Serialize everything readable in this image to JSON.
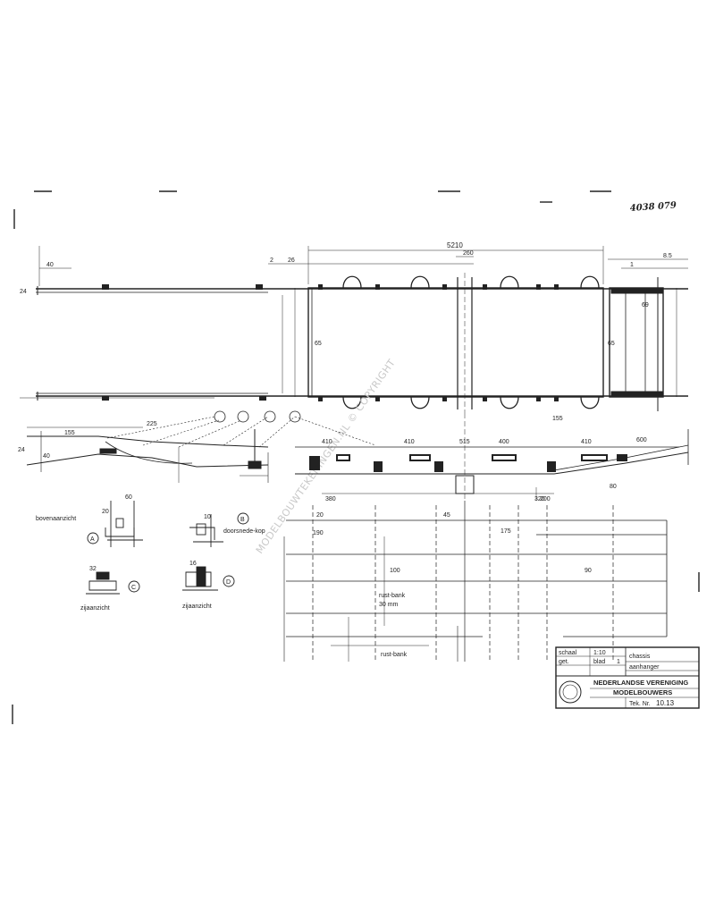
{
  "drawing": {
    "ref_number": "4038 079",
    "watermark": "MODELBOUWTEKENINGEN.NL © COPYRIGHT",
    "dimensions": {
      "overall": "5210",
      "top_a": "260",
      "top_b": "2",
      "top_c": "26",
      "right_a": "8.5",
      "right_b": "1",
      "right_c": "69",
      "left_a": "40",
      "left_b": "24",
      "mid_a": "65",
      "mid_b": "410",
      "mid_c": "410",
      "mid_d": "400",
      "mid_e": "410",
      "mid_f": "155",
      "mid_g": "225",
      "mid_h": "515",
      "mid_i": "600",
      "lower_a": "380",
      "lower_b": "200",
      "lower_c": "80",
      "lower_d": "155",
      "lower_e": "320",
      "frame_a": "190",
      "frame_b": "100",
      "frame_c": "175",
      "frame_d": "20",
      "frame_e": "45",
      "frame_f": "90"
    },
    "detail_labels": {
      "a": "A",
      "b": "B",
      "c": "C",
      "d": "D",
      "c_caption": "doorsnede-kop",
      "left_caption": "bovenaanzicht",
      "d1_caption": "zijaanzicht",
      "d2_caption": "zijaanzicht",
      "small_a": "60",
      "small_b": "20",
      "small_c": "10",
      "small_d": "32",
      "small_e": "16"
    },
    "frame_notes": {
      "note_a": "rust-bank",
      "note_b": "30 mm",
      "note_c": "rust-bank"
    },
    "title_block": {
      "org_line1": "NEDERLANDSE VERENIGING",
      "org_line2": "MODELBOUWERS",
      "drawing_no_prefix": "Tek. Nr.",
      "drawing_no": "10.13",
      "cell_a": "schaal",
      "cell_b": "1:10",
      "cell_c": "get.",
      "cell_d": "blad",
      "cell_e": "1",
      "cell_f": "chassis",
      "cell_g": "aanhanger"
    },
    "colors": {
      "ink": "#222222",
      "paper": "#ffffff",
      "watermark": "#c9c9c9"
    }
  }
}
